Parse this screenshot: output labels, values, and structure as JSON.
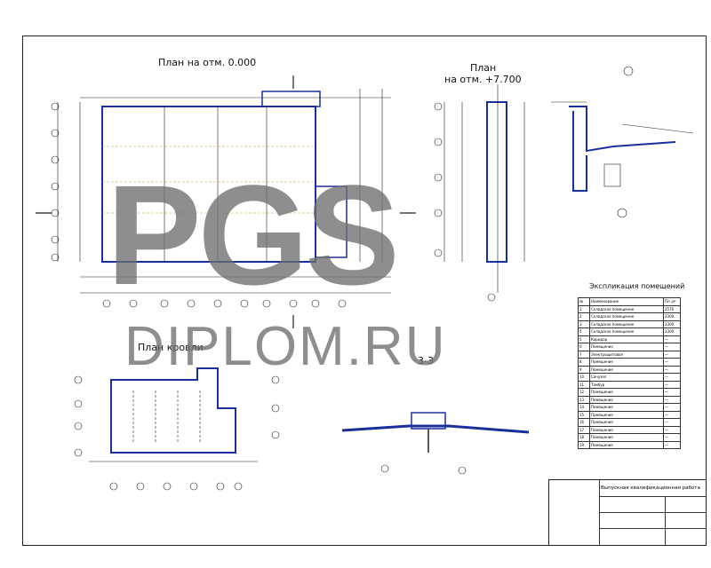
{
  "titles": {
    "plan_ground": "План на отм. 0.000",
    "plan_upper_line1": "План",
    "plan_upper_line2": "на отм. +7.700",
    "plan_roof": "План кровли",
    "section": "3-3",
    "explication": "Экспликация помещений"
  },
  "watermark": {
    "line1": "PGS",
    "line2": "DIPLOM.RU"
  },
  "explication_table": {
    "headers": [
      "№",
      "Наименование",
      "Пл.,м²"
    ],
    "rows": [
      [
        "1",
        "Складское помещение",
        "2570"
      ],
      [
        "2",
        "Складское помещение",
        "2300"
      ],
      [
        "3",
        "Складское помещение",
        "2300"
      ],
      [
        "4",
        "Складское помещение",
        "2300"
      ],
      [
        "5",
        "Коридор",
        "—"
      ],
      [
        "6",
        "Помещение",
        "—"
      ],
      [
        "7",
        "Электрощитовая",
        "—"
      ],
      [
        "8",
        "Помещение",
        "—"
      ],
      [
        "9",
        "Помещение",
        "—"
      ],
      [
        "10",
        "Санузел",
        "—"
      ],
      [
        "11",
        "Тамбур",
        "—"
      ],
      [
        "12",
        "Помещение",
        "—"
      ],
      [
        "13",
        "Помещение",
        "—"
      ],
      [
        "14",
        "Помещение",
        "—"
      ],
      [
        "15",
        "Помещение",
        "—"
      ],
      [
        "16",
        "Помещение",
        "—"
      ],
      [
        "17",
        "Помещение",
        "—"
      ],
      [
        "18",
        "Помещение",
        "—"
      ],
      [
        "19",
        "Помещение",
        "—"
      ]
    ]
  },
  "stamp": {
    "line1": "Выпускная квалификационная работа"
  },
  "colors": {
    "wall": "#1a2f9e",
    "line": "#222222",
    "watermark": "#6e6e6e"
  }
}
